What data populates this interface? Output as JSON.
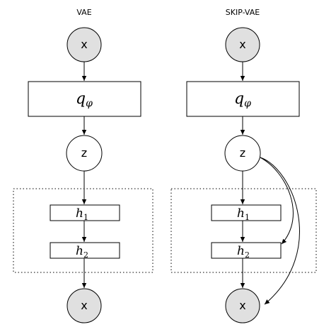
{
  "panels": [
    {
      "title": "VAE",
      "nodes": {
        "input_x": "x",
        "encoder_q": "q",
        "encoder_sub": "φ",
        "latent_z": "z",
        "hidden_1": "h",
        "hidden_1_sub": "1",
        "hidden_2": "h",
        "hidden_2_sub": "2",
        "output_x": "x"
      },
      "skip_connections": false
    },
    {
      "title": "SKIP-VAE",
      "nodes": {
        "input_x": "x",
        "encoder_q": "q",
        "encoder_sub": "φ",
        "latent_z": "z",
        "hidden_1": "h",
        "hidden_1_sub": "1",
        "hidden_2": "h",
        "hidden_2_sub": "2",
        "output_x": "x"
      },
      "skip_connections": true
    }
  ],
  "colors": {
    "observed_fill": "#e0e0e0",
    "stroke": "#000000",
    "background": "#ffffff"
  }
}
